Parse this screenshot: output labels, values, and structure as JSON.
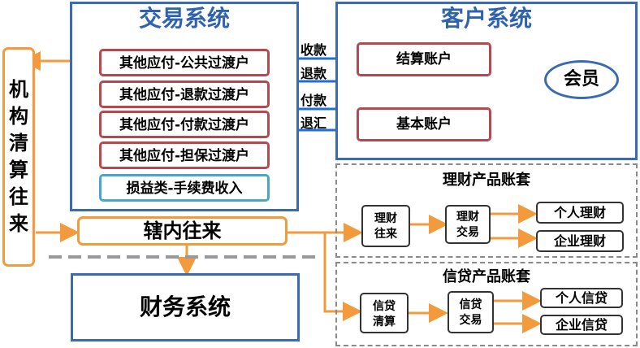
{
  "trade_system": {
    "title": "交易系统",
    "accounts": [
      "其他应付-公共过渡户",
      "其他应付-退款过渡户",
      "其他应付-付款过渡户",
      "其他应付-担保过渡户"
    ],
    "income_account": "损益类-手续费收入"
  },
  "customer_system": {
    "title": "客户系统",
    "settlement_account": "结算账户",
    "basic_account": "基本账户",
    "member": "会员"
  },
  "flows": {
    "collect": "收款",
    "refund": "退款",
    "pay": "付款",
    "remit_back": "退汇"
  },
  "institution_clearing": [
    "机",
    "构",
    "清",
    "算",
    "往",
    "来"
  ],
  "internal_transfer": "辖内往来",
  "finance_system": "财务系统",
  "wealth_suite": {
    "title": "理财产品账套",
    "transfer": [
      "理财",
      "往来"
    ],
    "trade": [
      "理财",
      "交易"
    ],
    "personal": "个人理财",
    "enterprise": "企业理财"
  },
  "credit_suite": {
    "title": "信贷产品账套",
    "clearing": [
      "信贷",
      "清算"
    ],
    "trade": [
      "信贷",
      "交易"
    ],
    "personal": "个人信贷",
    "enterprise": "企业信贷"
  },
  "colors": {
    "blue": "#3a6ab0",
    "red": "#b44a50",
    "orange": "#f29a3c",
    "teal": "#4aa6c8",
    "arrow_blue": "#1f6fd0"
  }
}
